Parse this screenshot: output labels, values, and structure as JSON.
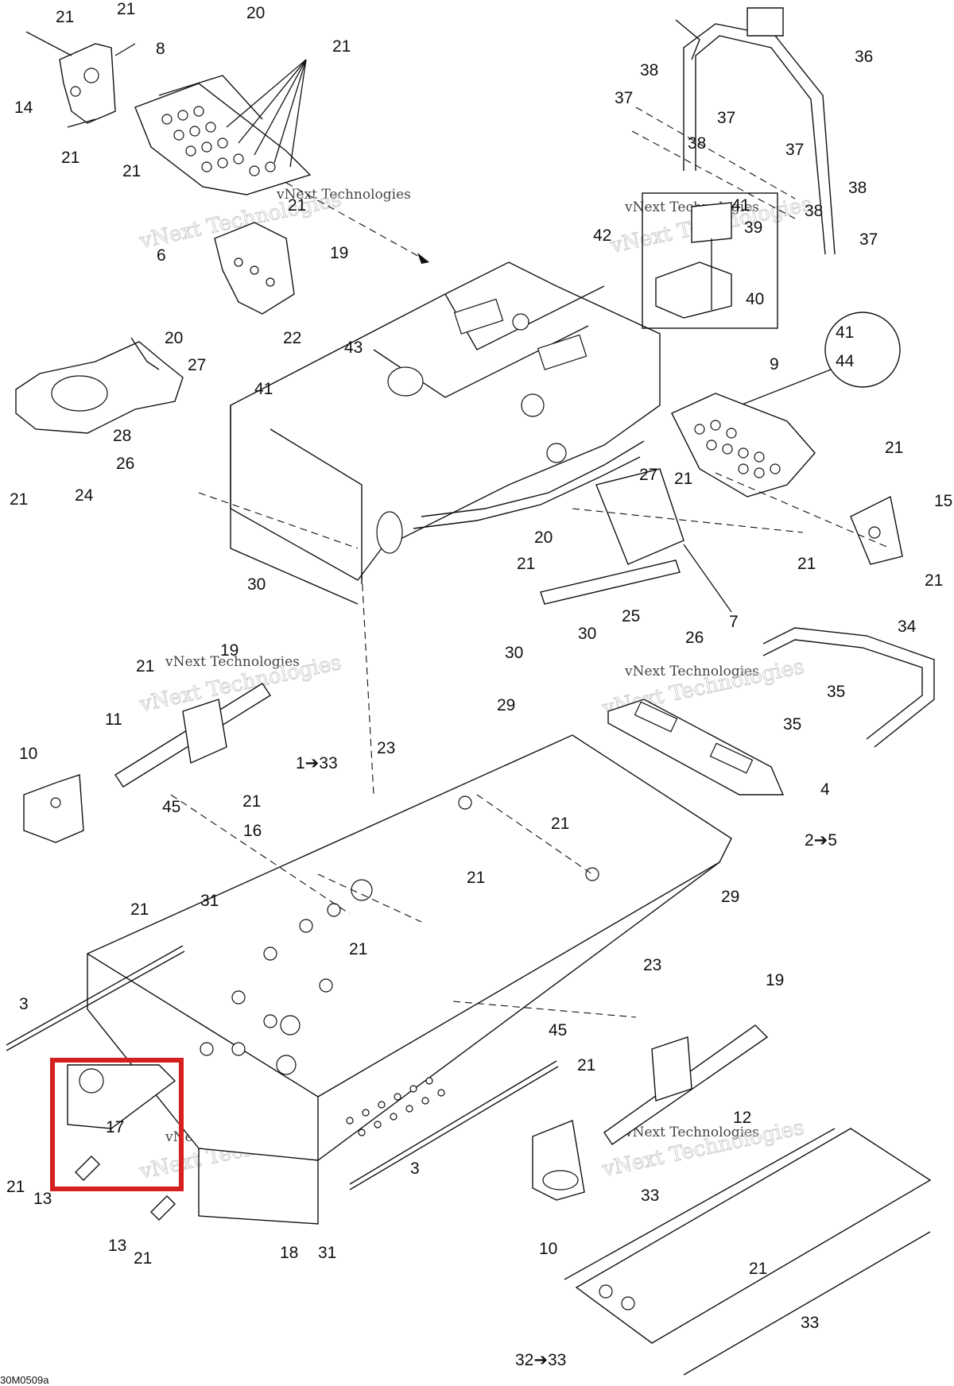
{
  "diagram": {
    "reference_code": "30M0509a",
    "watermark": {
      "brand": "vNext Technologies"
    },
    "highlight": {
      "part": "17",
      "color": "#d61f1f"
    },
    "callouts": {
      "c21_a": "21",
      "c21_b": "21",
      "c20_a": "20",
      "c21_c": "21",
      "c8": "8",
      "c14": "14",
      "c21_d": "21",
      "c21_e": "21",
      "c21_f": "21",
      "c6": "6",
      "c19_a": "19",
      "c20_b": "20",
      "c22": "22",
      "c27_a": "27",
      "c43": "43",
      "c41_a": "41",
      "c28": "28",
      "c26_a": "26",
      "c21_g": "21",
      "c24": "24",
      "c30_a": "30",
      "c36": "36",
      "c38_a": "38",
      "c37_a": "37",
      "c37_b": "37",
      "c38_b": "38",
      "c37_c": "37",
      "c38_c": "38",
      "c38_d": "38",
      "c37_d": "37",
      "c41_b": "41",
      "c39": "39",
      "c40": "40",
      "c42": "42",
      "c41_c": "41",
      "c44": "44",
      "c9": "9",
      "c21_h": "21",
      "c15": "15",
      "c27_b": "27",
      "c21_i": "21",
      "c20_c": "20",
      "c21_j": "21",
      "c21_k": "21",
      "c21_l": "21",
      "c25": "25",
      "c7": "7",
      "c26_b": "26",
      "c30_b": "30",
      "c30_c": "30",
      "c34": "34",
      "c35_a": "35",
      "c35_b": "35",
      "c4": "4",
      "c21_m": "21",
      "c19_b": "19",
      "c11": "11",
      "c10_a": "10",
      "c29_a": "29",
      "c23_a": "23",
      "c1_33": "1➔33",
      "c45_a": "45",
      "c21_n": "21",
      "c16": "16",
      "c21_o": "21",
      "c2_5": "2➔5",
      "c21_p": "21",
      "c21_q": "21",
      "c31_a": "31",
      "c29_b": "29",
      "c23_b": "23",
      "c21_r": "21",
      "c3_a": "3",
      "c19_c": "19",
      "c45_b": "45",
      "c17": "17",
      "c21_s": "21",
      "c12": "12",
      "c13_a": "13",
      "c21_t": "21",
      "c3_b": "3",
      "c33_a": "33",
      "c13_b": "13",
      "c21_u": "21",
      "c18": "18",
      "c31_b": "31",
      "c10_b": "10",
      "c21_v": "21",
      "c33_b": "33",
      "c32_33": "32➔33"
    }
  }
}
